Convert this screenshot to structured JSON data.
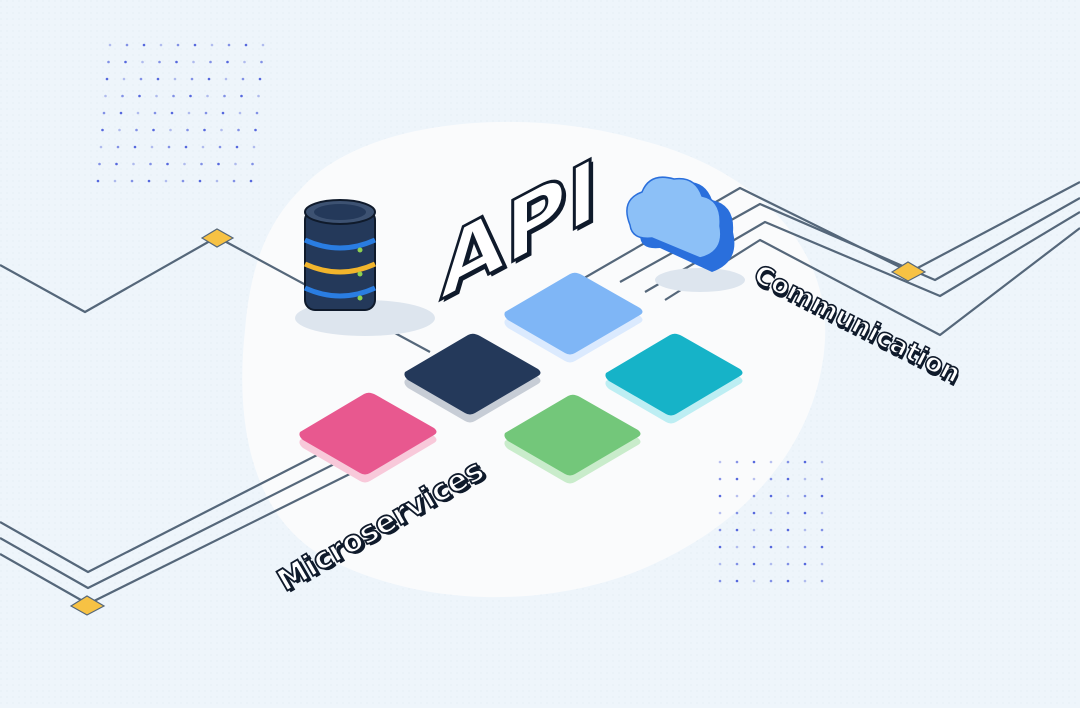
{
  "labels": {
    "api": "API",
    "communication": "Communication",
    "microservices": "Microservices"
  },
  "colors": {
    "background": "#eef5fb",
    "blob": "#fafbfc",
    "line": "#55677a",
    "node": "#f7c244",
    "dot": "#3b4fd8",
    "tile_navy": "#24395a",
    "tile_blue": "#7fb6f6",
    "tile_teal": "#16b3c8",
    "tile_green": "#73c77a",
    "tile_pink": "#e8588f",
    "server_body": "#24395a",
    "server_ring_blue": "#2a7de1",
    "server_ring_yellow": "#f2b52c",
    "cloud_light": "#8cc0f7",
    "cloud_dark": "#2a6fdc"
  },
  "icons": [
    "database-server-icon",
    "cloud-icon"
  ]
}
